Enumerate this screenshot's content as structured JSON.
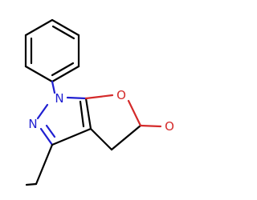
{
  "molecule": {
    "atoms": {
      "n1": {
        "symbol": "N",
        "color": "#1f1fd1"
      },
      "n2": {
        "symbol": "N",
        "color": "#1f1fd1"
      },
      "o_ring": {
        "symbol": "O",
        "color": "#d42a2a"
      },
      "o_carbonyl": {
        "symbol": "O",
        "color": "#d42a2a"
      }
    },
    "bond_color": "#000000"
  }
}
